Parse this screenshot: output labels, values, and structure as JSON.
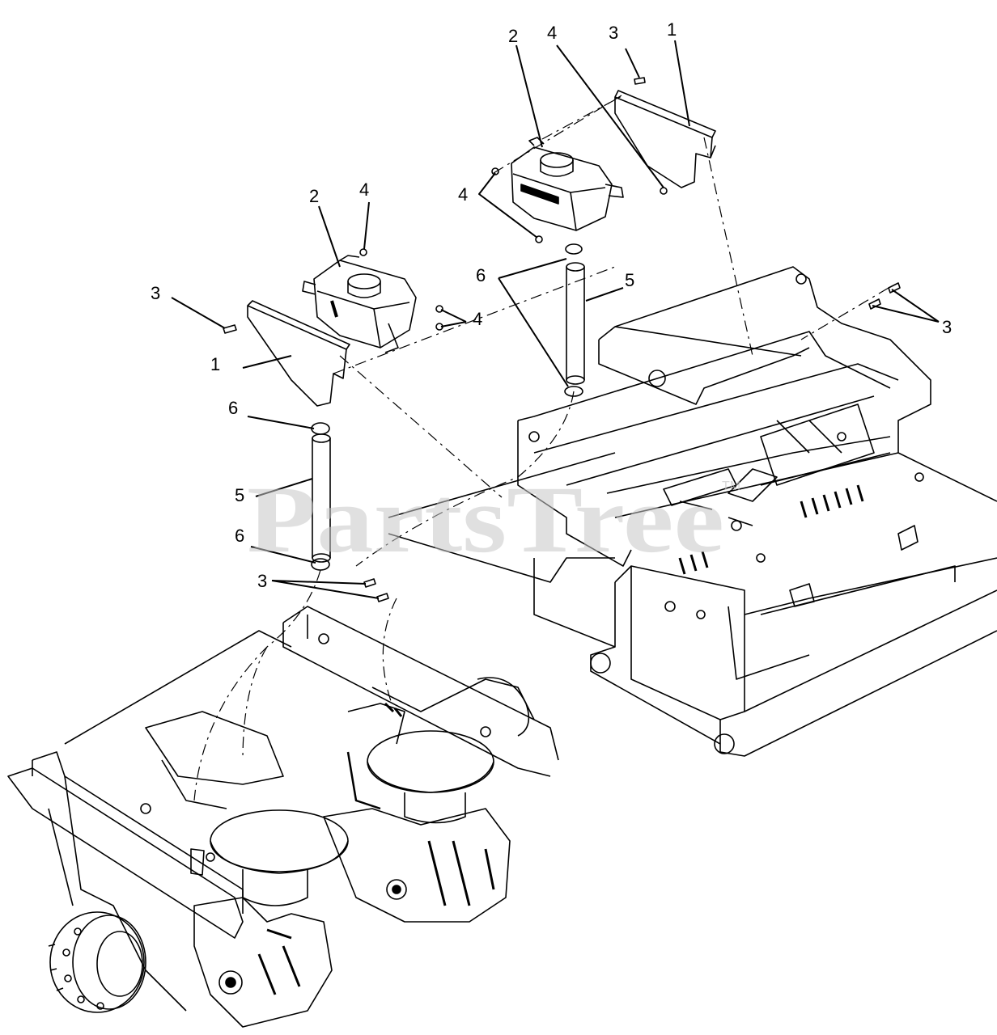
{
  "watermark": {
    "text": "PartsTree",
    "mark": "TM"
  },
  "callouts": [
    {
      "id": "c2-top",
      "label": "2"
    },
    {
      "id": "c4-top",
      "label": "4"
    },
    {
      "id": "c3-top",
      "label": "3"
    },
    {
      "id": "c1-top",
      "label": "1"
    },
    {
      "id": "c4-mid",
      "label": "4"
    },
    {
      "id": "c2-left",
      "label": "2"
    },
    {
      "id": "c4-left",
      "label": "4"
    },
    {
      "id": "c3-left",
      "label": "3"
    },
    {
      "id": "c4-right",
      "label": "4"
    },
    {
      "id": "c1-left",
      "label": "1"
    },
    {
      "id": "c6-upper",
      "label": "6"
    },
    {
      "id": "c5-upper",
      "label": "5"
    },
    {
      "id": "c3-right",
      "label": "3"
    },
    {
      "id": "c6-lower-a",
      "label": "6"
    },
    {
      "id": "c5-lower",
      "label": "5"
    },
    {
      "id": "c6-lower-b",
      "label": "6"
    },
    {
      "id": "c3-bottom",
      "label": "3"
    }
  ]
}
